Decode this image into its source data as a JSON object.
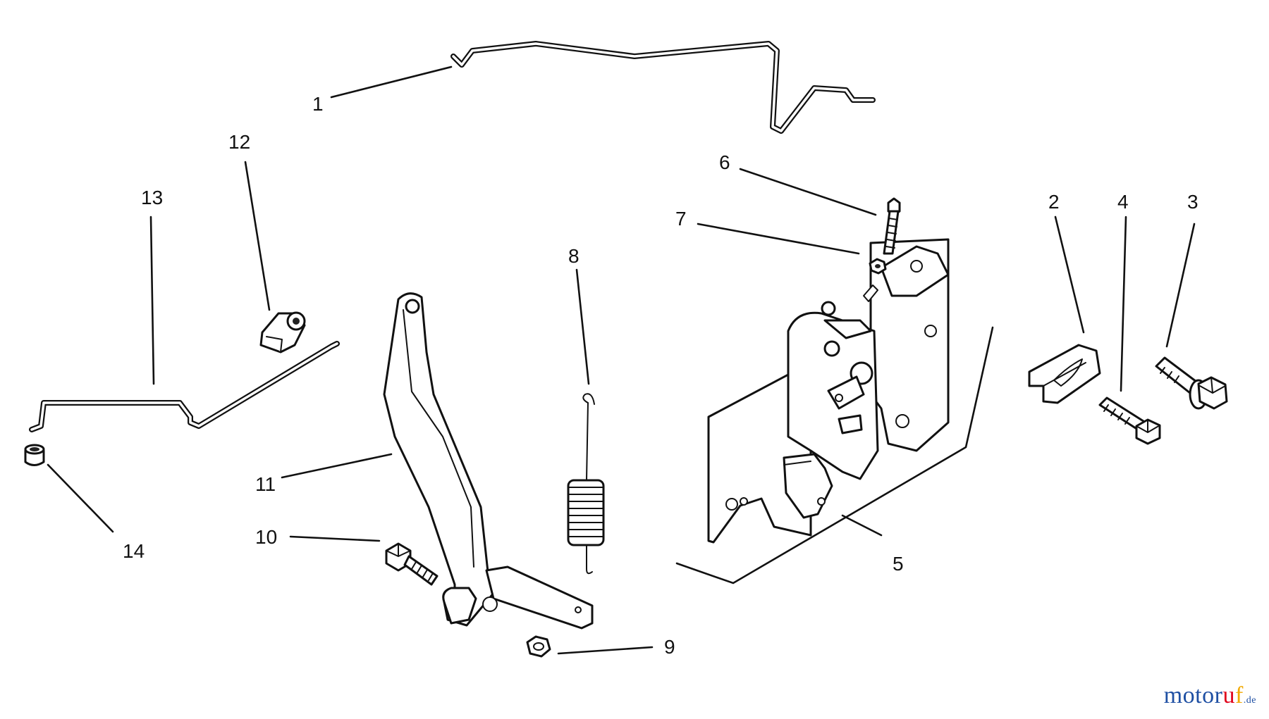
{
  "callouts": [
    {
      "id": "1",
      "label": "1"
    },
    {
      "id": "2",
      "label": "2"
    },
    {
      "id": "3",
      "label": "3"
    },
    {
      "id": "4",
      "label": "4"
    },
    {
      "id": "5",
      "label": "5"
    },
    {
      "id": "6",
      "label": "6"
    },
    {
      "id": "7",
      "label": "7"
    },
    {
      "id": "8",
      "label": "8"
    },
    {
      "id": "9",
      "label": "9"
    },
    {
      "id": "10",
      "label": "10"
    },
    {
      "id": "11",
      "label": "11"
    },
    {
      "id": "12",
      "label": "12"
    },
    {
      "id": "13",
      "label": "13"
    },
    {
      "id": "14",
      "label": "14"
    }
  ],
  "watermark": {
    "brand": "motoruf",
    "tld": ".de",
    "colors": [
      "#1e4fa3",
      "#e0001a",
      "#f2a900",
      "#1a9a3a"
    ]
  },
  "colors": {
    "line": "#111111",
    "background": "#ffffff"
  }
}
